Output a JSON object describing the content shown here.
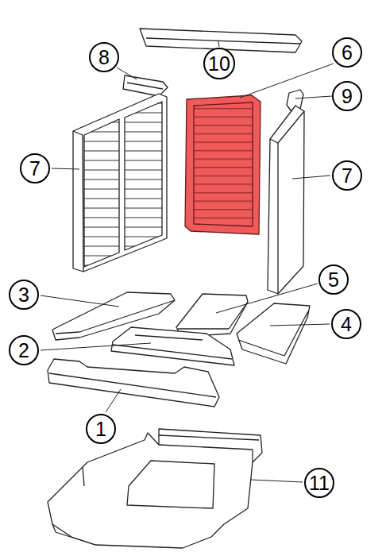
{
  "diagram": {
    "nodes": [
      {
        "text": [
          "8"
        ]
      },
      {
        "text": [
          "10"
        ]
      },
      {
        "text": [
          "6"
        ]
      },
      {
        "text": [
          "9"
        ]
      },
      {
        "text": [
          "7"
        ]
      },
      {
        "text": [
          "7"
        ]
      },
      {
        "text": [
          "3"
        ]
      },
      {
        "text": [
          "5"
        ]
      },
      {
        "text": [
          "4"
        ]
      },
      {
        "text": [
          "2"
        ]
      },
      {
        "text": [
          "1"
        ]
      },
      {
        "text": [
          "11"
        ]
      }
    ]
  }
}
